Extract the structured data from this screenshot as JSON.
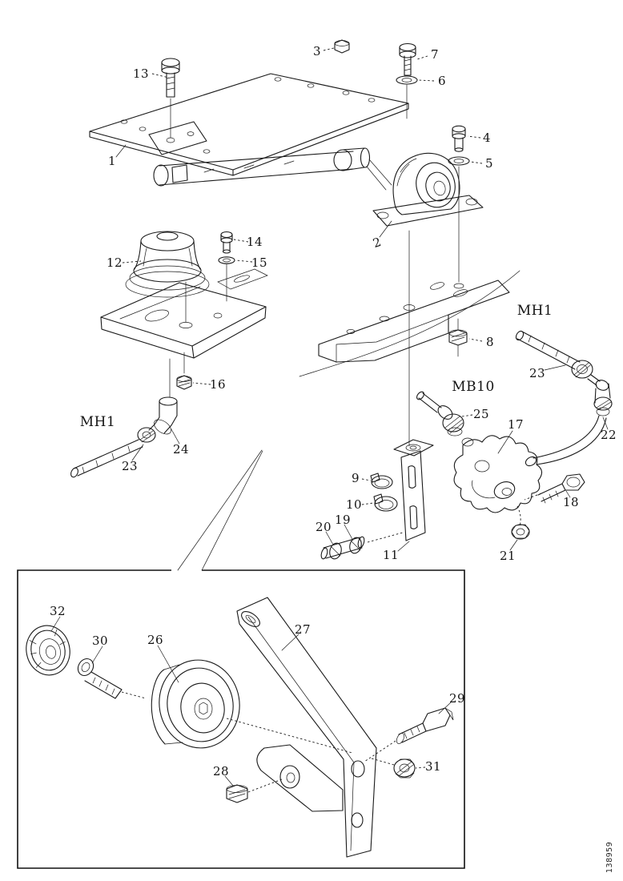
{
  "figure": {
    "id_number": "138959"
  },
  "callouts": [
    {
      "id": "part-1",
      "label": "1"
    },
    {
      "id": "part-13",
      "label": "13"
    },
    {
      "id": "part-3",
      "label": "3"
    },
    {
      "id": "part-7",
      "label": "7"
    },
    {
      "id": "part-6",
      "label": "6"
    },
    {
      "id": "part-4",
      "label": "4"
    },
    {
      "id": "part-5",
      "label": "5"
    },
    {
      "id": "part-2",
      "label": "2"
    },
    {
      "id": "part-12",
      "label": "12"
    },
    {
      "id": "part-14",
      "label": "14"
    },
    {
      "id": "part-15",
      "label": "15"
    },
    {
      "id": "part-16",
      "label": "16"
    },
    {
      "id": "part-8",
      "label": "8"
    },
    {
      "id": "hose-mh1-right",
      "label": "MH1"
    },
    {
      "id": "part-23-right",
      "label": "23"
    },
    {
      "id": "part-22",
      "label": "22"
    },
    {
      "id": "hose-mh1-left",
      "label": "MH1"
    },
    {
      "id": "part-23-left",
      "label": "23"
    },
    {
      "id": "part-24",
      "label": "24"
    },
    {
      "id": "hose-mb10",
      "label": "MB10"
    },
    {
      "id": "part-25",
      "label": "25"
    },
    {
      "id": "part-17",
      "label": "17"
    },
    {
      "id": "part-9",
      "label": "9"
    },
    {
      "id": "part-10",
      "label": "10"
    },
    {
      "id": "part-19",
      "label": "19"
    },
    {
      "id": "part-20",
      "label": "20"
    },
    {
      "id": "part-11",
      "label": "11"
    },
    {
      "id": "part-21",
      "label": "21"
    },
    {
      "id": "part-18",
      "label": "18"
    },
    {
      "id": "part-32",
      "label": "32"
    },
    {
      "id": "part-30",
      "label": "30"
    },
    {
      "id": "part-26",
      "label": "26"
    },
    {
      "id": "part-27",
      "label": "27"
    },
    {
      "id": "part-29",
      "label": "29"
    },
    {
      "id": "part-31",
      "label": "31"
    },
    {
      "id": "part-28",
      "label": "28"
    }
  ]
}
